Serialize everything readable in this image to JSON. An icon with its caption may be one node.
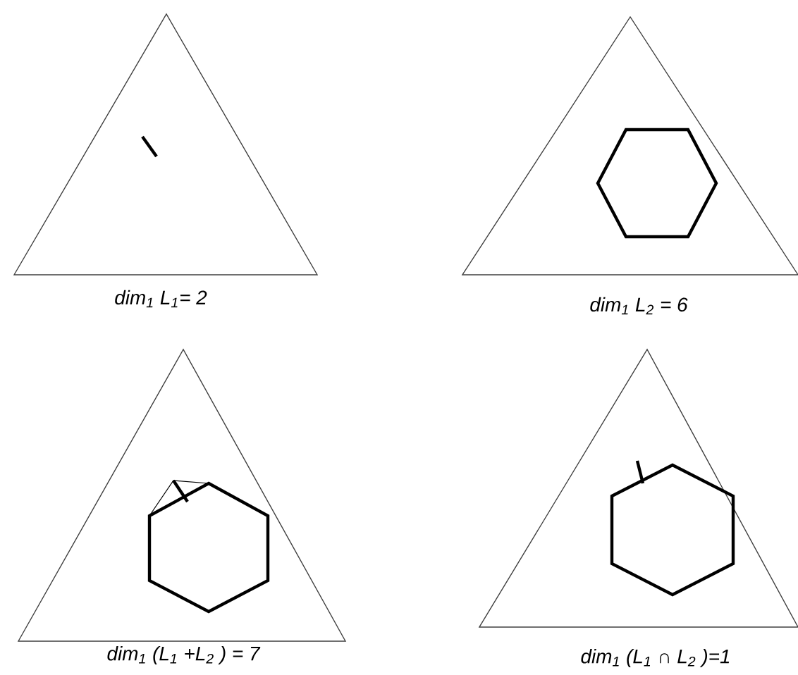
{
  "diagram": {
    "labels": [
      "dim$_{1}$ L$_{1}$= 2",
      "dim$_{1}$ L$_{2}$ =  6",
      "dim$_{1}$ (L$_{1}$ +L$_{2}$ ) = 7",
      "dim$_{1}$ (L$_{1}$ ∩ L$_{2}$ )=1"
    ]
  }
}
